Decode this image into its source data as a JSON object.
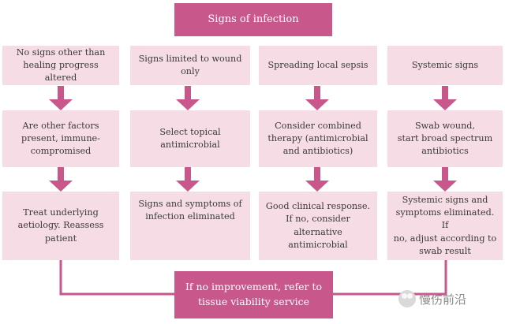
{
  "diagram": {
    "title": "Signs of infection",
    "columns": [
      {
        "header": "No signs other than\nhealing progress altered",
        "action": "Are other factors\npresent, immune-\ncompromised",
        "outcome": "Treat underlying\naetiology. Reassess\npatient"
      },
      {
        "header": "Signs limited to wound\nonly",
        "action": "Select topical\nantimicrobial",
        "outcome": "Signs and symptoms of\ninfection eliminated"
      },
      {
        "header": "Spreading local sepsis",
        "action": "Consider combined\ntherapy (antimicrobial\nand antibiotics)",
        "outcome": "Good clinical response.\nIf no, consider\nalternative antimicrobial"
      },
      {
        "header": "Systemic signs",
        "action": "Swab wound,\nstart broad spectrum\nantibiotics",
        "outcome": "Systemic signs and\nsymptoms eliminated. If\nno, adjust according to\nswab result"
      }
    ],
    "final": "If no improvement, refer to\ntissue viability service"
  },
  "watermark": {
    "text": "慢伤前沿",
    "icon": "wechat-logo-icon"
  },
  "colors": {
    "accent": "#c8578c",
    "pale": "#f6dce4",
    "text": "#3a3a3a"
  }
}
